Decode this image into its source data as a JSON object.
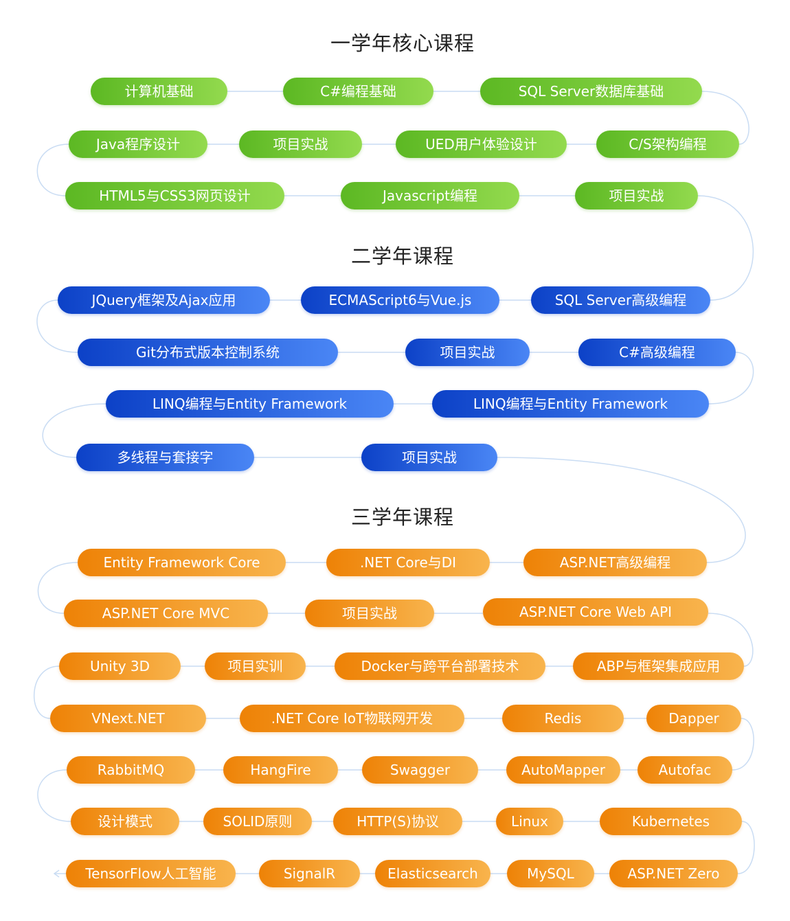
{
  "colors": {
    "year1": [
      "#5cb823",
      "#93da4e"
    ],
    "year2": [
      "#0c41c7",
      "#4a86f5"
    ],
    "year3": [
      "#ee8206",
      "#f8b44d"
    ],
    "connector": "#c9dcf3",
    "title": "#222222"
  },
  "sections": [
    {
      "title": "一学年核心课程",
      "color": "green",
      "courses": [
        "计算机基础",
        "C#编程基础",
        "SQL Server数据库基础",
        "Java程序设计",
        "项目实战",
        "UED用户体验设计",
        "C/S架构编程",
        "HTML5与CSS3网页设计",
        "Javascript编程",
        "项目实战"
      ]
    },
    {
      "title": "二学年课程",
      "color": "blue",
      "courses": [
        "JQuery框架及Ajax应用",
        "ECMAScript6与Vue.js",
        "SQL Server高级编程",
        "Git分布式版本控制系统",
        "项目实战",
        "C#高级编程",
        "LINQ编程与Entity Framework",
        "LINQ编程与Entity Framework",
        "多线程与套接字",
        "项目实战"
      ]
    },
    {
      "title": "三学年课程",
      "color": "orange",
      "courses": [
        "Entity Framework Core",
        ".NET Core与DI",
        "ASP.NET高级编程",
        "ASP.NET Core MVC",
        "项目实战",
        "ASP.NET Core Web API",
        "Unity 3D",
        "项目实训",
        "Docker与跨平台部署技术",
        "ABP与框架集成应用",
        "VNext.NET",
        ".NET Core IoT物联网开发",
        "Redis",
        "Dapper",
        "RabbitMQ",
        "HangFire",
        "Swagger",
        "AutoMapper",
        "Autofac",
        "设计模式",
        "SOLID原则",
        "HTTP(S)协议",
        "Linux",
        "Kubernetes",
        "TensorFlow人工智能",
        "SignalR",
        "Elasticsearch",
        "MySQL",
        "ASP.NET Zero"
      ]
    }
  ]
}
